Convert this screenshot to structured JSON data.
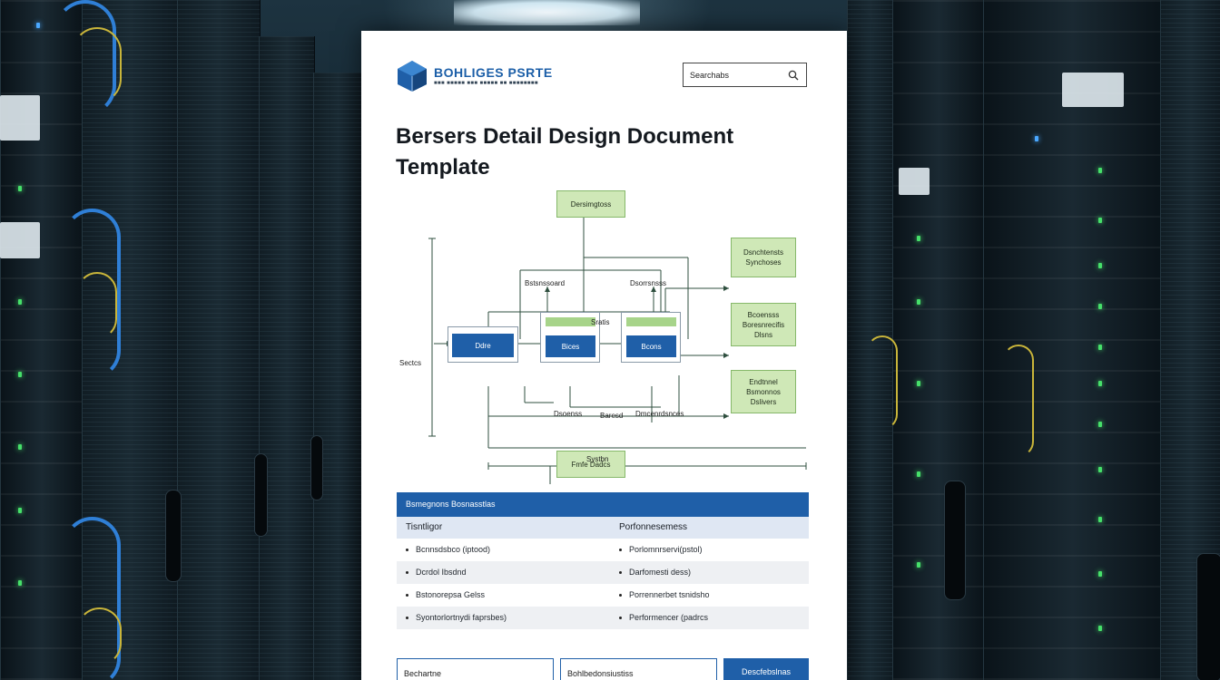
{
  "document": {
    "brand_name": "BOHLIGES PSRTE",
    "brand_tagline": "■■■ ■■■■■ ■■■ ■■■■■ ■■ ■■■■■■■■",
    "search_placeholder": "Searchabs",
    "title": "Bersers Detail Design Document Template"
  },
  "diagram": {
    "top_node": "Dersimgtoss",
    "side_nodes": [
      "Dsnchtensts Synchoses",
      "Bcoensss Boresnrecifis Dlsns",
      "Endtnnel Bsmonnos Dslivers"
    ],
    "bottom_node": "Fmfe Dadcs",
    "center_boxes": [
      "Ddre",
      "Bices",
      "Bcons"
    ],
    "labels": {
      "left": "Sectcs",
      "top_left": "Bstsnssoard",
      "top_right": "Dsorrsnsss",
      "middle": "Sratis",
      "bottom_a": "Dsoenss",
      "bottom_b": "Baresd",
      "bottom_c": "Dmcenrdsnces",
      "system": "Systbn"
    }
  },
  "table": {
    "header": "Bsmegnons Bosnasstlas",
    "col1": "Tisntligor",
    "col2": "Porfonnesemess",
    "rows": [
      {
        "a": "Bcnnsdsbco (iptood)",
        "b": "Porlomnrservi(pstol)"
      },
      {
        "a": "Dcrdol Ibsdnd",
        "b": "Darfomesti dess)"
      },
      {
        "a": "Bstonorepsa Gelss",
        "b": "Porrennerbet tsnidsho"
      },
      {
        "a": "Syontorlortnydi faprsbes)",
        "b": "Performencer (padrcs"
      }
    ]
  },
  "footer": {
    "field1": "Bechartne",
    "field2": "Bohlbedonsiustiss",
    "button": "Descfebslnas"
  }
}
